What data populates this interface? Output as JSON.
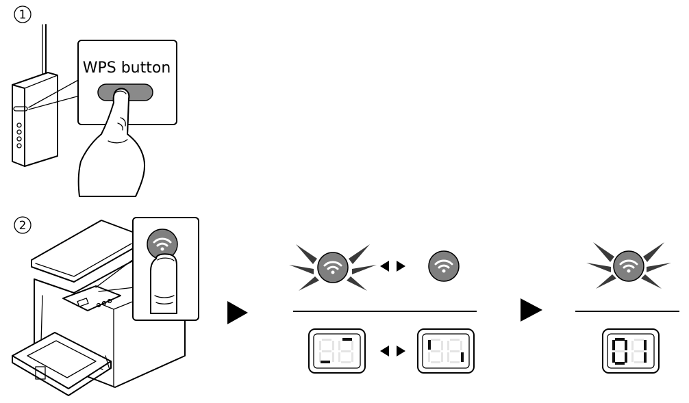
{
  "steps": {
    "step1": {
      "number": "1",
      "callout_label": "WPS button"
    },
    "step2": {
      "number": "2"
    }
  },
  "icons": {
    "router": "wireless-router-icon",
    "printer": "multifunction-printer-icon",
    "finger": "pointing-finger-icon",
    "wifi": "wifi-icon",
    "next": "play-arrow-icon",
    "alternate": "double-arrow-icon"
  },
  "displays": {
    "blinking_a_segments": [
      "top-right",
      "bottom-left"
    ],
    "blinking_b_segments": [
      "top-left-vertical",
      "bottom-right-vertical"
    ],
    "final_value": "01"
  },
  "colors": {
    "wifi_button": "#7f7f7f",
    "wps_button": "#8a8a8a",
    "line": "#000000",
    "segment_off": "#e4e4e4"
  }
}
